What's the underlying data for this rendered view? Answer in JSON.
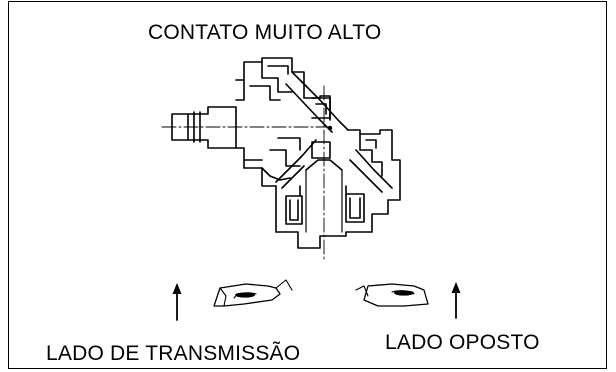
{
  "figure": {
    "title": "CONTATO MUITO ALTO",
    "drive_side_label": "LADO DE TRANSMISSÃO",
    "opposite_side_label": "LADO OPOSTO"
  },
  "colors": {
    "line": "#000000",
    "background": "#ffffff"
  }
}
